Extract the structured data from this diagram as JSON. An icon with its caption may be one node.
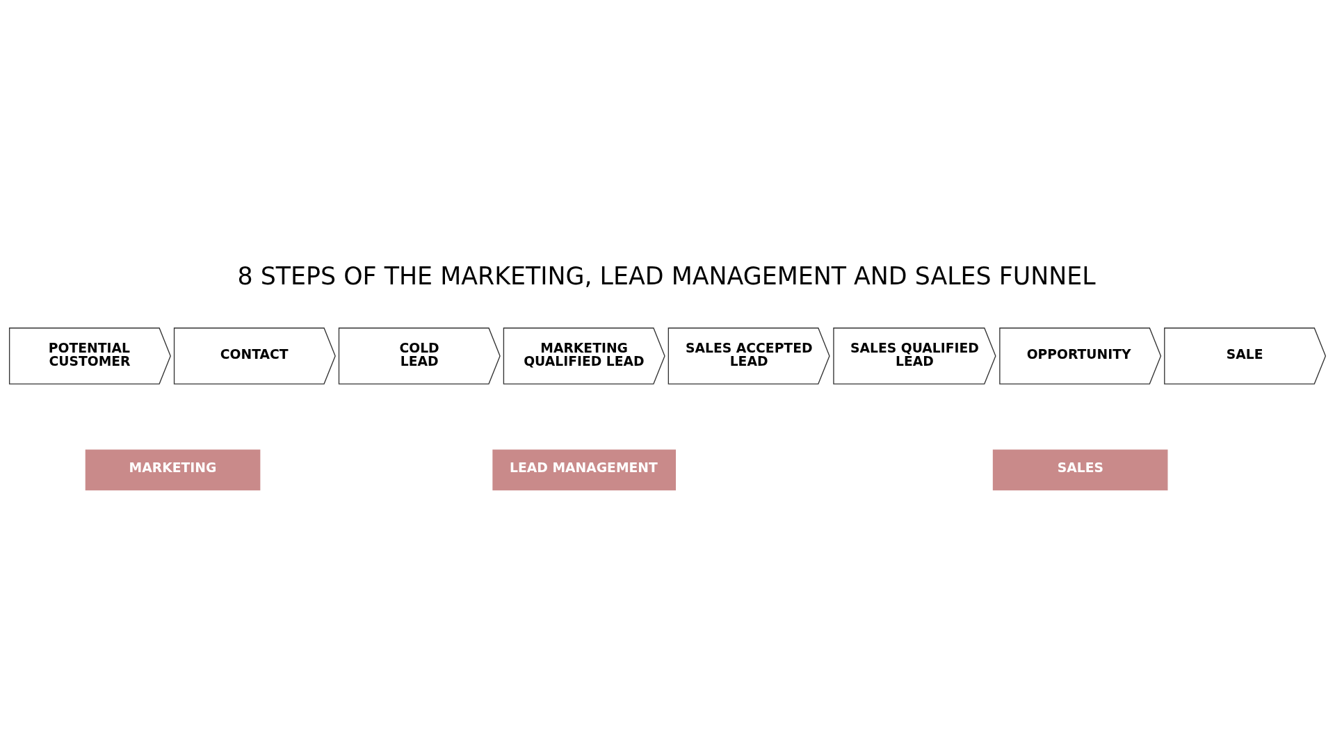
{
  "diagram": {
    "title": "8 STEPS OF THE MARKETING, LEAD MANAGEMENT AND SALES FUNNEL",
    "nodes": [
      {
        "text": [
          "POTENTIAL CUSTOMER"
        ]
      },
      {
        "text": [
          "CONTACT"
        ]
      },
      {
        "text": [
          "COLD LEAD"
        ]
      },
      {
        "text": [
          "MARKETING QUALIFIED LEAD"
        ]
      },
      {
        "text": [
          "SALES ACCEPTED LEAD"
        ]
      },
      {
        "text": [
          "SALES QUALIFIED LEAD"
        ]
      },
      {
        "text": [
          "OPPORTUNITY"
        ]
      },
      {
        "text": [
          "SALE"
        ]
      },
      {
        "text": [
          "MARKETING"
        ]
      },
      {
        "text": [
          "LEAD MANAGEMENT"
        ]
      },
      {
        "text": [
          "SALES"
        ]
      }
    ],
    "edges": []
  }
}
